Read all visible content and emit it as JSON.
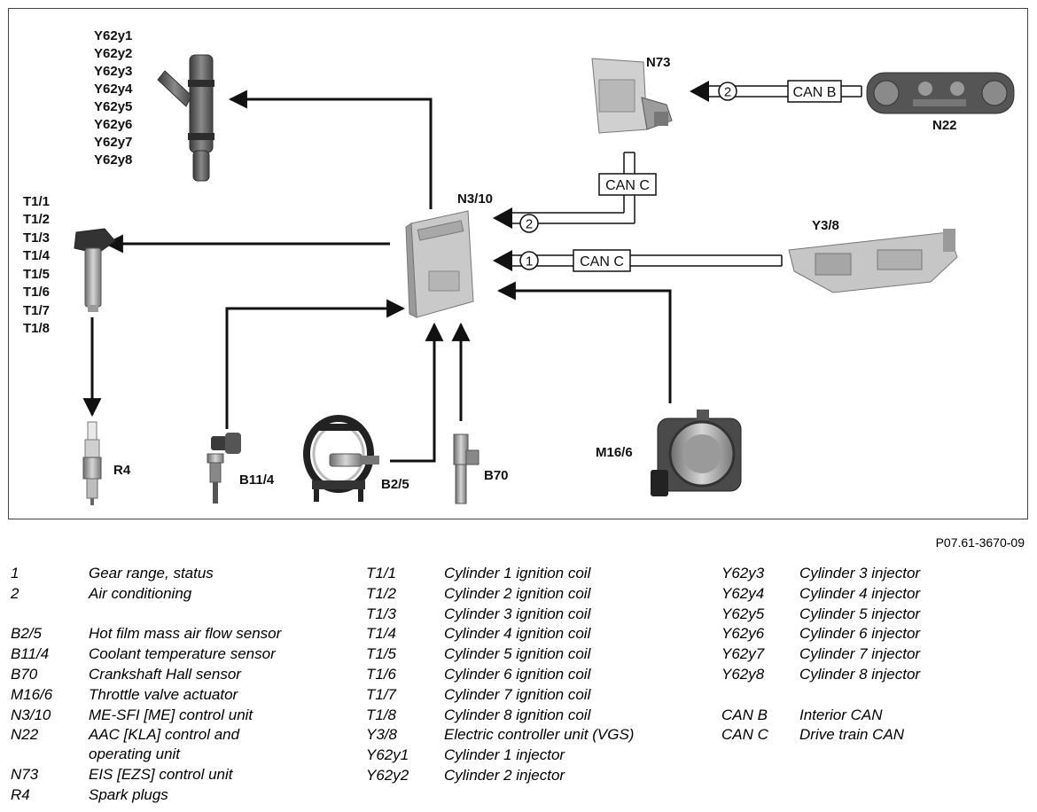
{
  "diagram": {
    "labels": {
      "injectors": [
        "Y62y1",
        "Y62y2",
        "Y62y3",
        "Y62y4",
        "Y62y5",
        "Y62y6",
        "Y62y7",
        "Y62y8"
      ],
      "coils": [
        "T1/1",
        "T1/2",
        "T1/3",
        "T1/4",
        "T1/5",
        "T1/6",
        "T1/7",
        "T1/8"
      ],
      "n73": "N73",
      "n22": "N22",
      "n3_10": "N3/10",
      "y3_8": "Y3/8",
      "r4": "R4",
      "b11_4": "B11/4",
      "b2_5": "B2/5",
      "b70": "B70",
      "m16_6": "M16/6"
    },
    "can_b": "CAN B",
    "can_c": "CAN C",
    "can_c_2": "CAN C",
    "num_1": "1",
    "num_2": "2",
    "num_2b": "2"
  },
  "ref_code": "P07.61-3670-09",
  "legend": {
    "col1": [
      {
        "code": "1",
        "desc": "Gear range, status"
      },
      {
        "code": "2",
        "desc": "Air conditioning"
      },
      {
        "code": "",
        "desc": ""
      },
      {
        "code": "B2/5",
        "desc": "Hot film mass air flow sensor"
      },
      {
        "code": "B11/4",
        "desc": "Coolant temperature sensor"
      },
      {
        "code": "B70",
        "desc": "Crankshaft Hall sensor"
      },
      {
        "code": "M16/6",
        "desc": "Throttle valve actuator"
      },
      {
        "code": "N3/10",
        "desc": "ME-SFI [ME] control unit"
      },
      {
        "code": "N22",
        "desc": "AAC [KLA] control and operating unit"
      },
      {
        "code": "N73",
        "desc": "EIS [EZS] control unit"
      },
      {
        "code": "R4",
        "desc": "Spark plugs"
      }
    ],
    "col2": [
      {
        "code": "T1/1",
        "desc": "Cylinder 1 ignition coil"
      },
      {
        "code": "T1/2",
        "desc": "Cylinder 2 ignition coil"
      },
      {
        "code": "T1/3",
        "desc": "Cylinder 3 ignition coil"
      },
      {
        "code": "T1/4",
        "desc": "Cylinder 4 ignition coil"
      },
      {
        "code": "T1/5",
        "desc": "Cylinder 5 ignition coil"
      },
      {
        "code": "T1/6",
        "desc": "Cylinder 6 ignition coil"
      },
      {
        "code": "T1/7",
        "desc": "Cylinder 7 ignition coil"
      },
      {
        "code": "T1/8",
        "desc": "Cylinder 8 ignition coil"
      },
      {
        "code": "Y3/8",
        "desc": "Electric controller unit (VGS)"
      },
      {
        "code": "Y62y1",
        "desc": "Cylinder 1 injector"
      },
      {
        "code": "Y62y2",
        "desc": "Cylinder 2 injector"
      }
    ],
    "col3": [
      {
        "code": "Y62y3",
        "desc": "Cylinder 3 injector"
      },
      {
        "code": "Y62y4",
        "desc": "Cylinder 4 injector"
      },
      {
        "code": "Y62y5",
        "desc": "Cylinder 5 injector"
      },
      {
        "code": "Y62y6",
        "desc": "Cylinder 6 injector"
      },
      {
        "code": "Y62y7",
        "desc": "Cylinder 7 injector"
      },
      {
        "code": "Y62y8",
        "desc": "Cylinder 8 injector"
      },
      {
        "code": "",
        "desc": ""
      },
      {
        "code": "CAN B",
        "desc": "Interior CAN"
      },
      {
        "code": "CAN C",
        "desc": "Drive train CAN"
      }
    ]
  }
}
